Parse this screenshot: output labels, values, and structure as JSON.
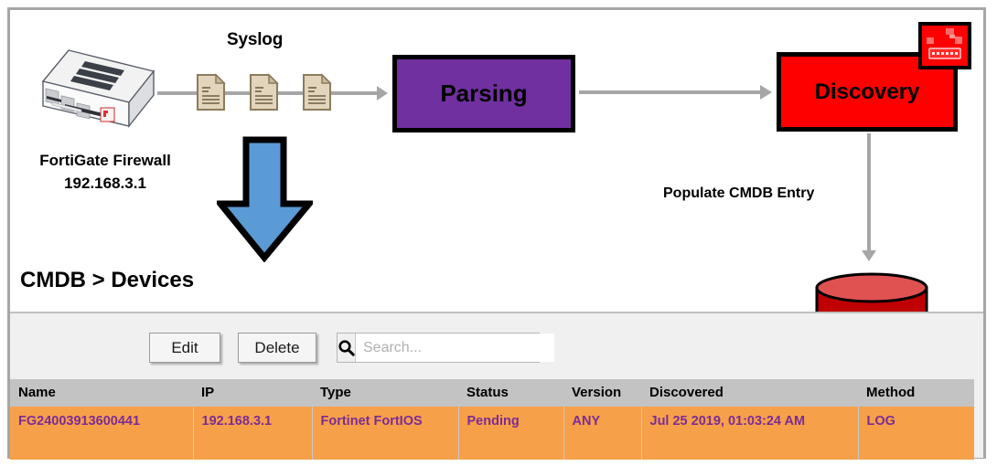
{
  "diagram": {
    "device": {
      "icon": "firewall-appliance-icon",
      "name": "FortiGate Firewall",
      "ip": "192.168.3.1"
    },
    "syslog_label": "Syslog",
    "doc_icon_name": "syslog-document-icon",
    "doc_icon_count": 3,
    "parsing": {
      "label": "Parsing",
      "color": "#7030A0"
    },
    "discovery": {
      "label": "Discovery",
      "color": "#FF0000",
      "badge_icon": "discovery-device-badge-icon"
    },
    "populate_label": "Populate CMDB Entry",
    "cmdb": {
      "label": "CMDB",
      "color": "#C00000"
    },
    "blue_arrow_name": "blue-down-arrow",
    "blue_arrow_color": "#5B9BD5",
    "section_heading": "CMDB > Devices"
  },
  "toolbar": {
    "edit_label": "Edit",
    "delete_label": "Delete",
    "search_icon": "search-icon",
    "search_placeholder": "Search...",
    "search_value": ""
  },
  "table": {
    "columns": [
      "Name",
      "IP",
      "Type",
      "Status",
      "Version",
      "Discovered",
      "Method"
    ],
    "rows": [
      {
        "name": "FG24003913600441",
        "ip": "192.168.3.1",
        "type": "Fortinet FortIOS",
        "status": "Pending",
        "version": "ANY",
        "discovered": "Jul 25 2019, 01:03:24 AM",
        "method": "LOG"
      }
    ],
    "header_bg": "#C3C3C3",
    "row_bg": "#F7A04A",
    "row_text_color": "#7B2D93"
  }
}
